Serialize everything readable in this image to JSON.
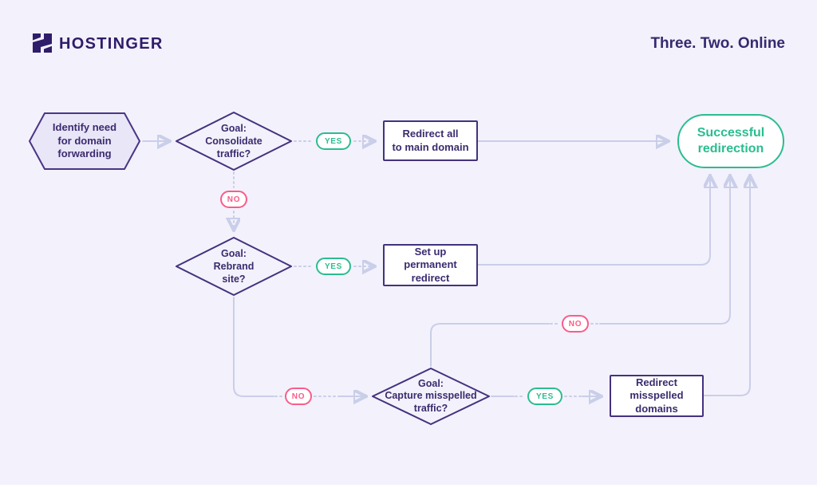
{
  "header": {
    "brand": "HOSTINGER",
    "tagline": "Three. Two. Online",
    "logo_icon": "hostinger-h-icon"
  },
  "flow": {
    "start": {
      "shape": "hexagon",
      "label": "Identify need\nfor domain\nforwarding"
    },
    "decision1": {
      "shape": "diamond",
      "label": "Goal:\nConsolidate\ntraffic?"
    },
    "decision2": {
      "shape": "diamond",
      "label": "Goal:\nRebrand\nsite?"
    },
    "decision3": {
      "shape": "diamond",
      "label": "Goal:\nCapture misspelled\ntraffic?"
    },
    "action1": {
      "shape": "rectangle",
      "label": "Redirect all\nto main domain"
    },
    "action2": {
      "shape": "rectangle",
      "label": "Set up\npermanent\nredirect"
    },
    "action3": {
      "shape": "rectangle",
      "label": "Redirect\nmisspelled\ndomains"
    },
    "end": {
      "shape": "stadium",
      "label": "Successful\nredirection"
    },
    "labels": {
      "yes": "YES",
      "no": "NO"
    }
  },
  "colors": {
    "background": "#f3f1fb",
    "brand_purple": "#2f1c6a",
    "node_border_purple": "#43327e",
    "node_text_purple": "#3b2b6f",
    "success_green": "#2abd8f",
    "no_pink": "#fa5c8a",
    "connector_lavender": "#c9cee9",
    "hexagon_fill": "#e9e6f8"
  }
}
